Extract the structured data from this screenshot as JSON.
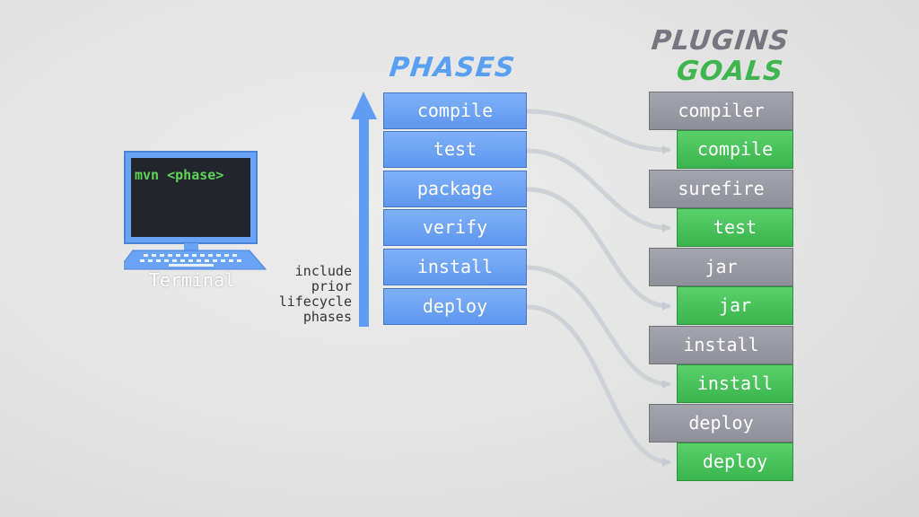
{
  "titles": {
    "phases": "PHASES",
    "plugins": "PLUGINS",
    "goals": "GOALS"
  },
  "terminal": {
    "command": "mvn <phase>",
    "label": "Terminal"
  },
  "note": {
    "lines": [
      "include",
      "prior",
      "lifecycle",
      "phases"
    ]
  },
  "phases": [
    "compile",
    "test",
    "package",
    "verify",
    "install",
    "deploy"
  ],
  "plugins": [
    {
      "plugin": "compiler",
      "goal": "compile"
    },
    {
      "plugin": "surefire",
      "goal": "test"
    },
    {
      "plugin": "jar",
      "goal": "jar"
    },
    {
      "plugin": "install",
      "goal": "install"
    },
    {
      "plugin": "deploy",
      "goal": "deploy"
    }
  ],
  "colors": {
    "phase_blue": "#6aa3f5",
    "plugin_gray": "#9a9ba3",
    "goal_green": "#45be57",
    "title_blue": "#5aa0f2",
    "title_gray": "#75767f",
    "title_green": "#3fb54f",
    "terminal_green": "#5fd35a"
  }
}
